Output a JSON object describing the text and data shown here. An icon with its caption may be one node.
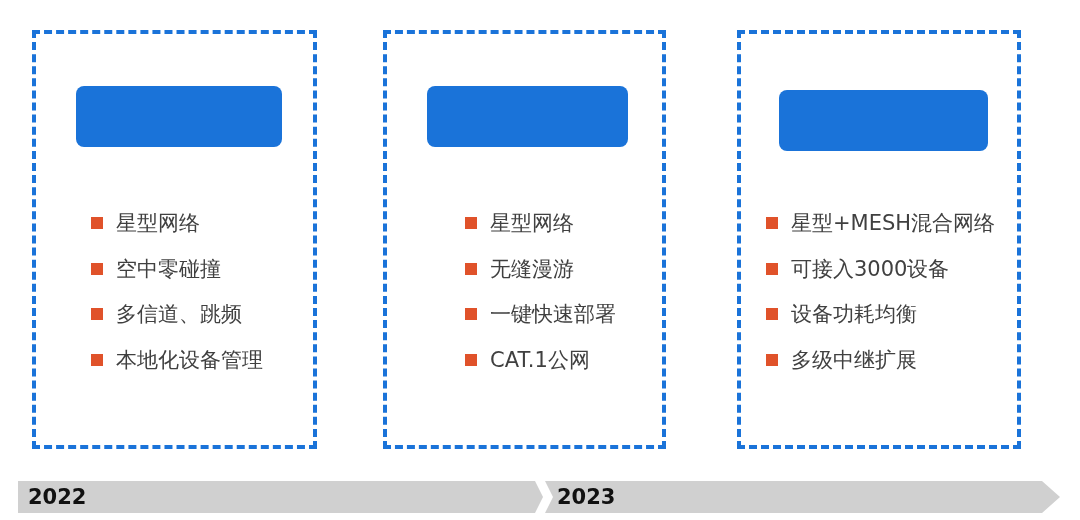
{
  "diagram": {
    "nodes": [
      {
        "text": [
          "星型网络",
          "空中零碰撞",
          "多信道、跳频",
          "本地化设备管理"
        ]
      },
      {
        "text": [],
        "shape": "box",
        "in": 0
      },
      {
        "text": [
          "星型网络",
          "无缝漫游",
          "一键快速部署",
          "CAT.1公网"
        ]
      },
      {
        "text": [],
        "shape": "box",
        "in": 2
      },
      {
        "text": [
          "星型+MESH混合网络",
          "可接入3000设备",
          "设备功耗均衡",
          "多级中继扩展"
        ]
      },
      {
        "text": [],
        "shape": "box",
        "in": 4
      },
      {
        "text": [
          "2022"
        ]
      },
      {
        "text": [
          "2023"
        ]
      }
    ]
  }
}
